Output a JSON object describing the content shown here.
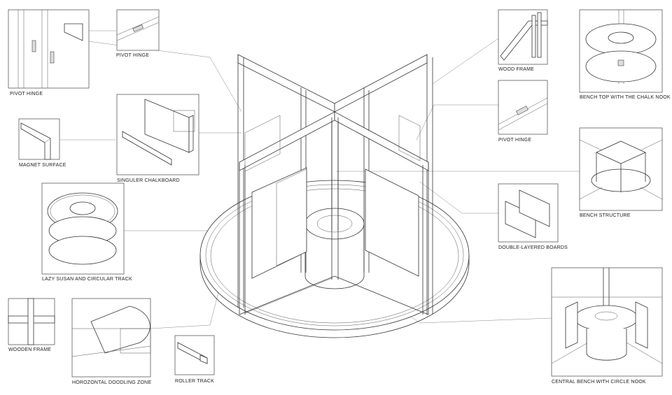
{
  "labels": {
    "pivot_hinge_left": "PIVOT HINGE",
    "pivot_hinge_top": "PIVOT HINGE",
    "magnet_surface": "MAGNET SURFACE",
    "singuler_chalkboard": "SINGULER CHALKBOARD",
    "lazy_susan": "LAZY SUSAN AND CIRCULAR TRACK",
    "wooden_frame": "WOODEN FRAME",
    "horizontal_doodling": "HOROZONTAL DOODLING ZONE",
    "roller_track": "ROLLER TRACK",
    "wood_frame": "WOOD FRAME",
    "pivot_hinge_right": "PIVOT HINGE",
    "bench_top": "BENCH TOP WITH THE CHALK NOOK",
    "bench_structure": "BENCH STRUCTURE",
    "double_layered": "DOUBLE-LAYERED BOARDS",
    "central_bench": "CENTRAL BENCH WITH CIRCLE NOOK"
  }
}
